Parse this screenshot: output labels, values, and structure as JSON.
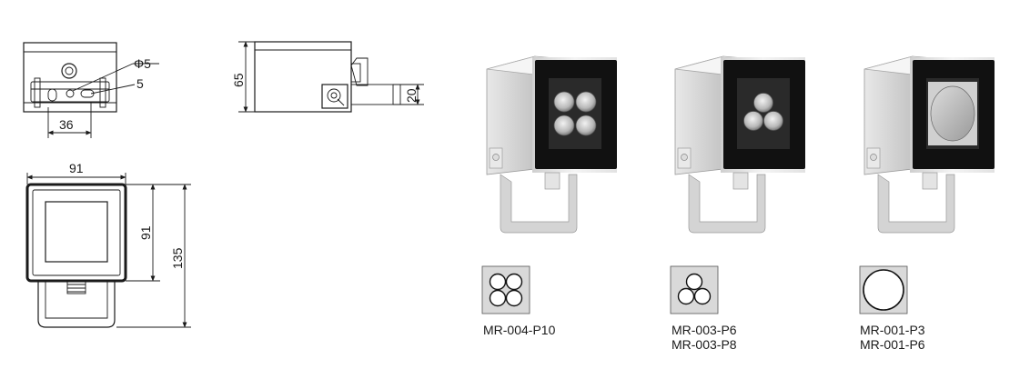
{
  "dimensions": {
    "hole_diameter": "Φ5",
    "slot_width": "5",
    "hole_spacing": "36",
    "height": "65",
    "connector_height": "20",
    "front_width": "91",
    "front_height": "91",
    "overall_height": "135"
  },
  "products": [
    {
      "lens": "4 lenses",
      "models": [
        "MR-004-P10"
      ]
    },
    {
      "lens": "3 lenses",
      "models": [
        "MR-003-P6",
        "MR-003-P8"
      ]
    },
    {
      "lens": "1 lens",
      "models": [
        "MR-001-P3",
        "MR-001-P6"
      ]
    }
  ]
}
